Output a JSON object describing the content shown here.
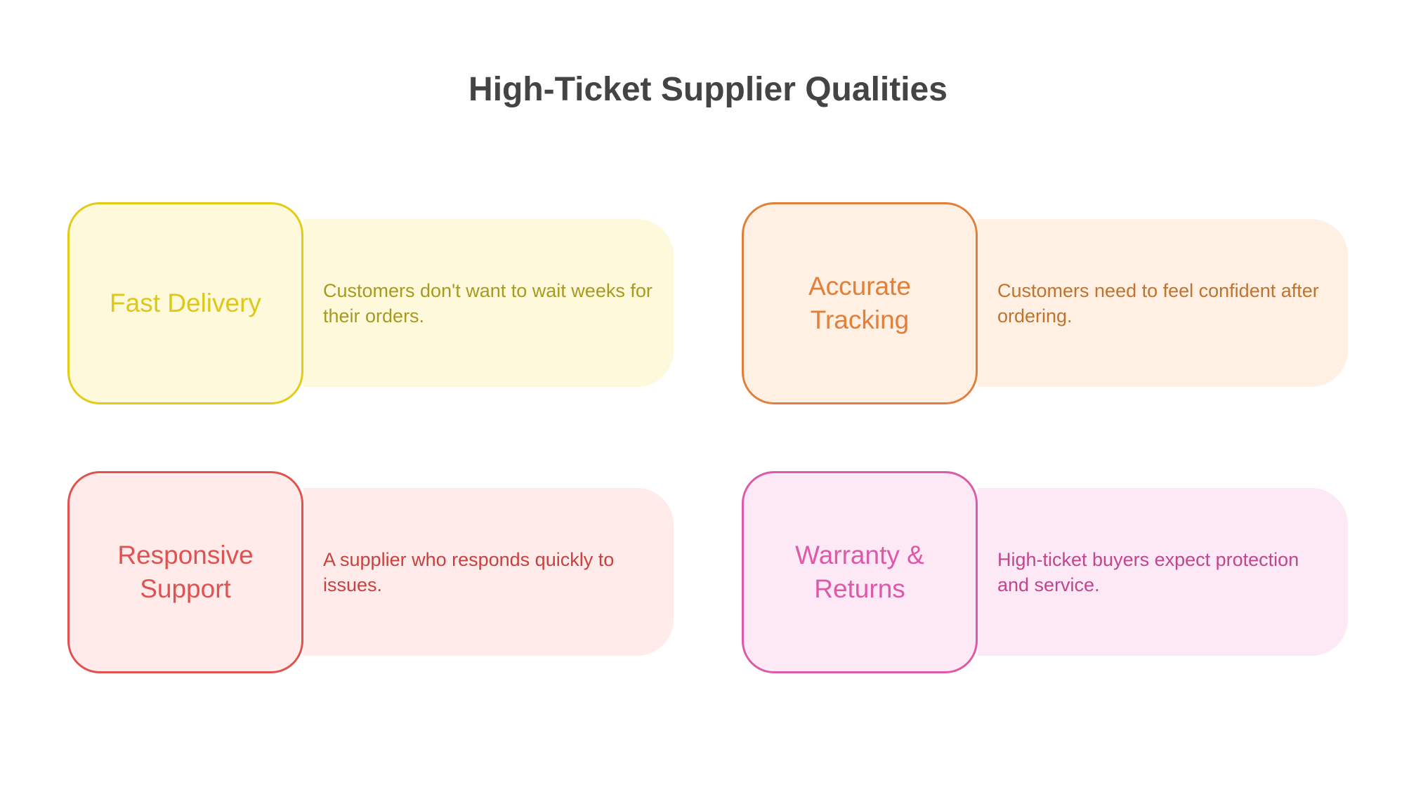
{
  "title": "High-Ticket Supplier Qualities",
  "items": [
    {
      "label": "Fast Delivery",
      "description": "Customers don't want to wait weeks for their orders.",
      "colors": {
        "border": "#e0cc16",
        "fill": "#fef9db",
        "label": "#dcc81a",
        "text": "#a89a20"
      }
    },
    {
      "label": "Accurate Tracking",
      "description": "Customers need to feel confident after ordering.",
      "colors": {
        "border": "#e0803a",
        "fill": "#fff0e3",
        "label": "#e0803a",
        "text": "#c0732e"
      }
    },
    {
      "label": "Responsive Support",
      "description": "A supplier who responds quickly to issues.",
      "colors": {
        "border": "#e05252",
        "fill": "#ffecea",
        "label": "#e05252",
        "text": "#c94040"
      }
    },
    {
      "label": "Warranty & Returns",
      "description": "High-ticket buyers expect protection and service.",
      "colors": {
        "border": "#dc5aa8",
        "fill": "#fde8f5",
        "label": "#dc5aa8",
        "text": "#c0468e"
      }
    }
  ]
}
